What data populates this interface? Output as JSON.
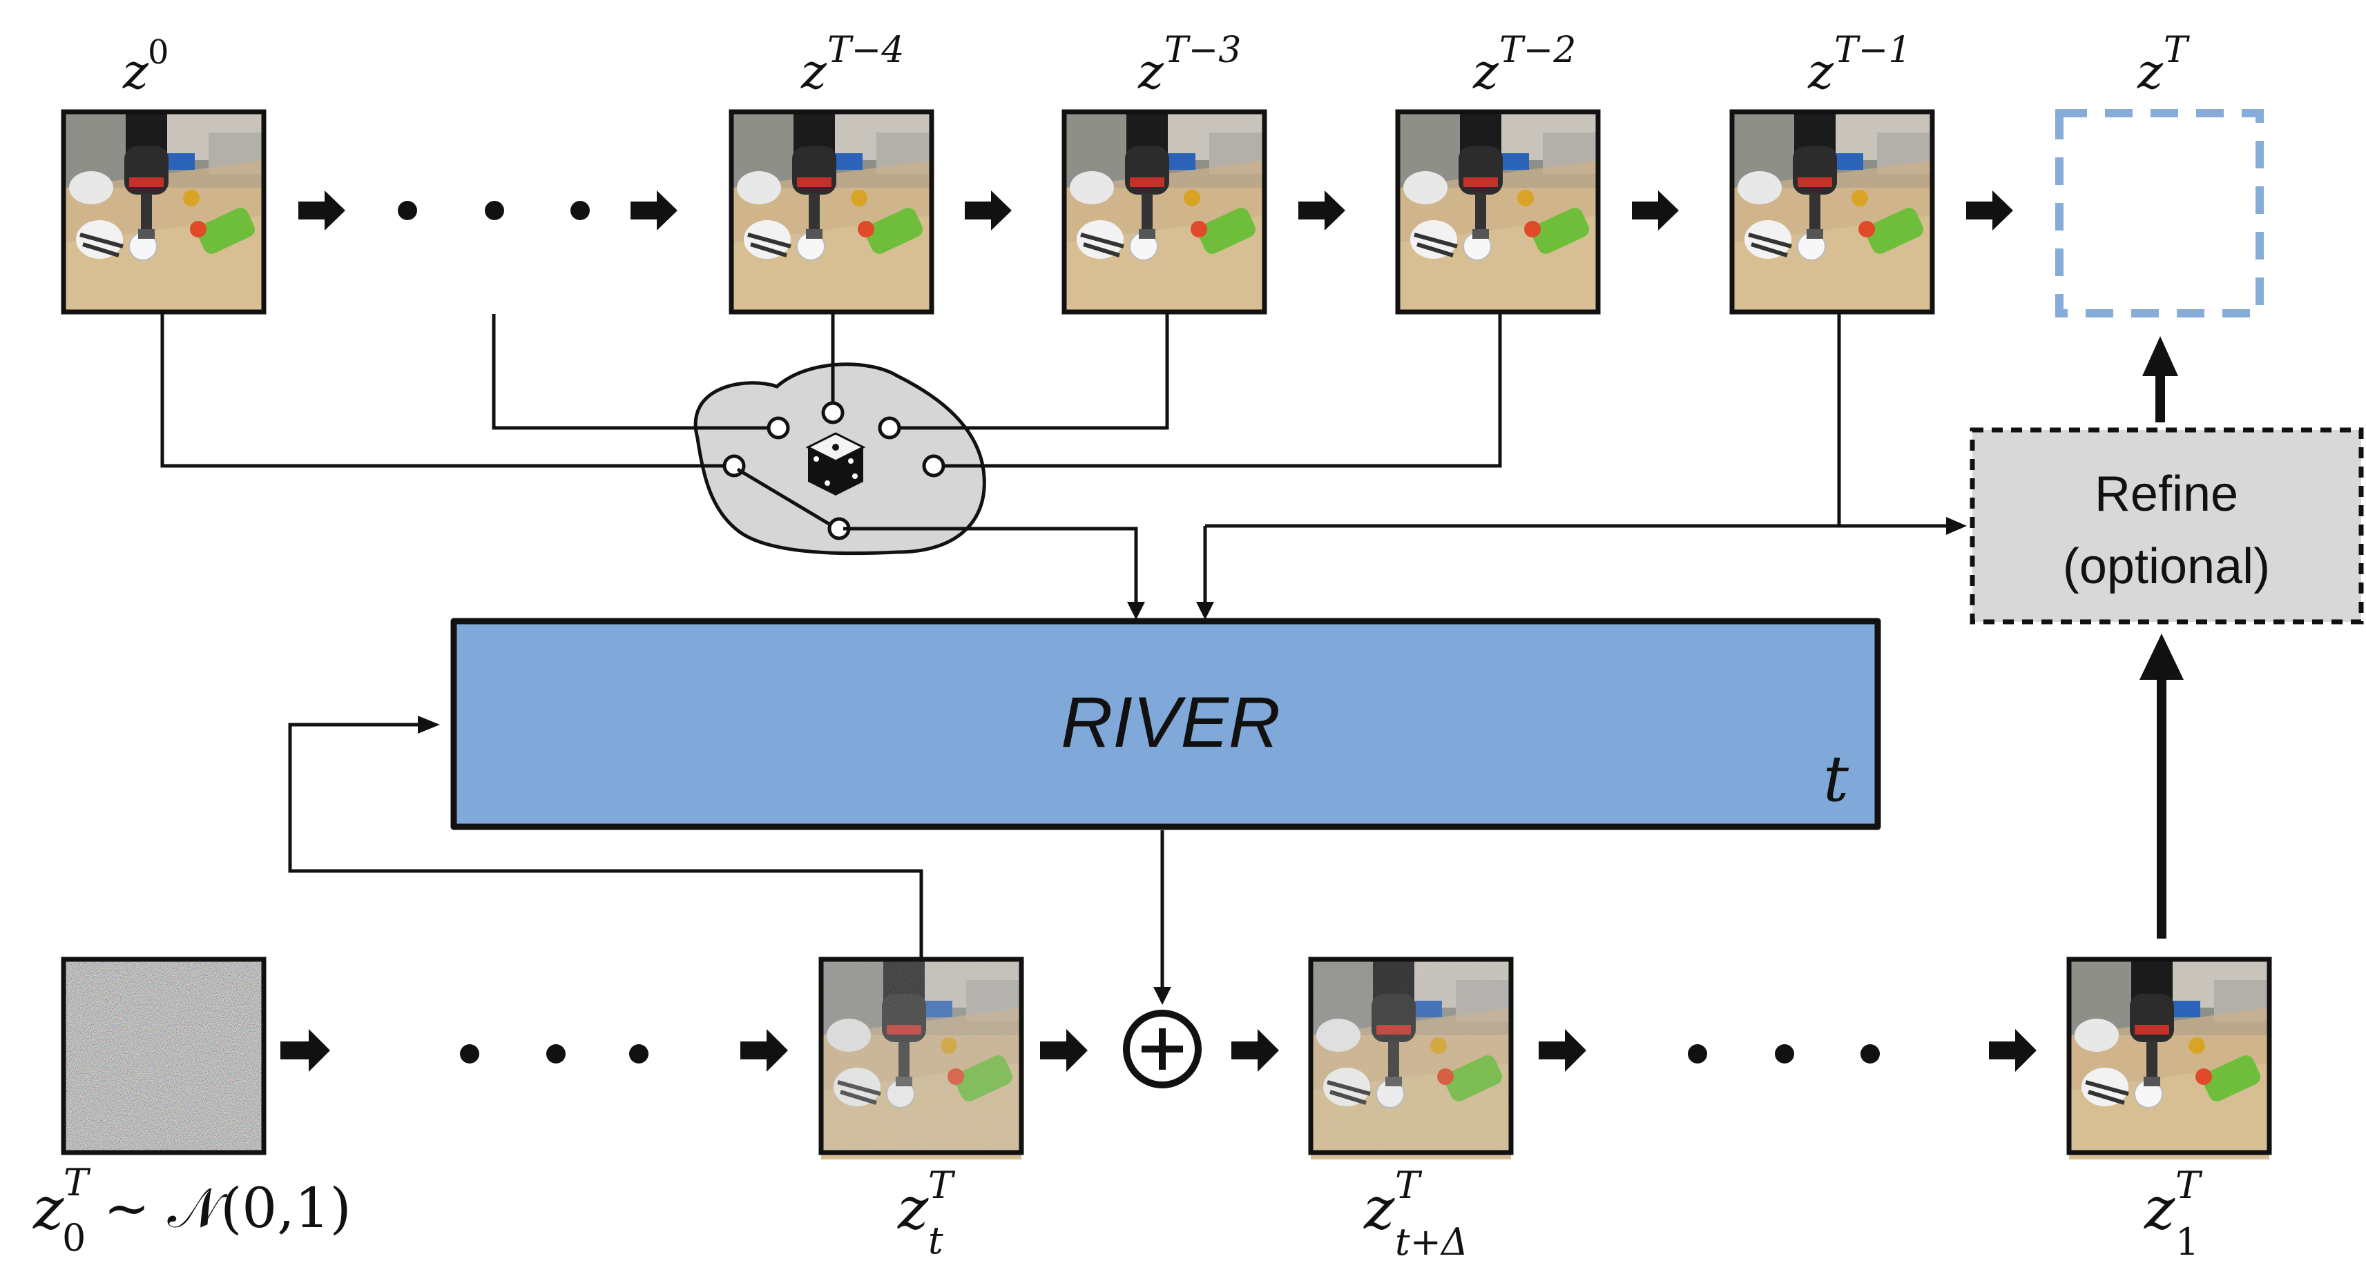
{
  "frames_top": [
    {
      "id": "z0",
      "base": "z",
      "sup": "0"
    },
    {
      "id": "zT-4",
      "base": "z",
      "sup": "T−4"
    },
    {
      "id": "zT-3",
      "base": "z",
      "sup": "T−3"
    },
    {
      "id": "zT-2",
      "base": "z",
      "sup": "T−2"
    },
    {
      "id": "zT-1",
      "base": "z",
      "sup": "T−1"
    },
    {
      "id": "zT",
      "base": "z",
      "sup": "T"
    }
  ],
  "frames_bottom": [
    {
      "id": "z0T",
      "base": "z",
      "sup": "T",
      "sub": "0",
      "suffix": "~ 𝒩(0,1)"
    },
    {
      "id": "ztT",
      "base": "z",
      "sup": "T",
      "sub": "t"
    },
    {
      "id": "ztdT",
      "base": "z",
      "sup": "T",
      "sub": "t+Δ"
    },
    {
      "id": "z1T",
      "base": "z",
      "sup": "T",
      "sub": "1"
    }
  ],
  "river": {
    "label": "RIVER",
    "time_label": "t",
    "fill": "#80a8d8"
  },
  "refine": {
    "line1": "Refine",
    "line2": "(optional)",
    "fill": "#d8d8d8"
  },
  "colors": {
    "target_dashed": "#86acd9",
    "selector_fill": "#d6d6d6"
  },
  "icons": {
    "selector": "dice-icon",
    "sum": "plus-circle-icon"
  }
}
